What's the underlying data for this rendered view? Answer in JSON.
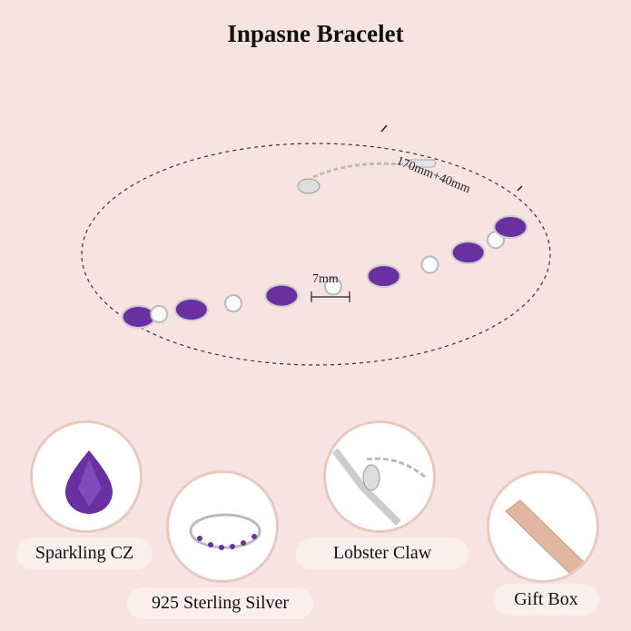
{
  "title": "Inpasne Bracelet",
  "dimensions": {
    "length": "170mm+40mm",
    "width": "7mm"
  },
  "features": [
    {
      "label": "Sparkling CZ",
      "icon": "purple-teardrop-gem"
    },
    {
      "label": "925 Sterling Silver",
      "icon": "bracelet-thumbnail"
    },
    {
      "label": "Lobster Claw",
      "icon": "lobster-clasp-closeup"
    },
    {
      "label": "Gift Box",
      "icon": "rose-gold-gift-box"
    }
  ],
  "colors": {
    "background": "#f7e3e1",
    "gem": "#6a2fa0",
    "silver": "#c9c9cf",
    "box": "#e2b79f"
  }
}
